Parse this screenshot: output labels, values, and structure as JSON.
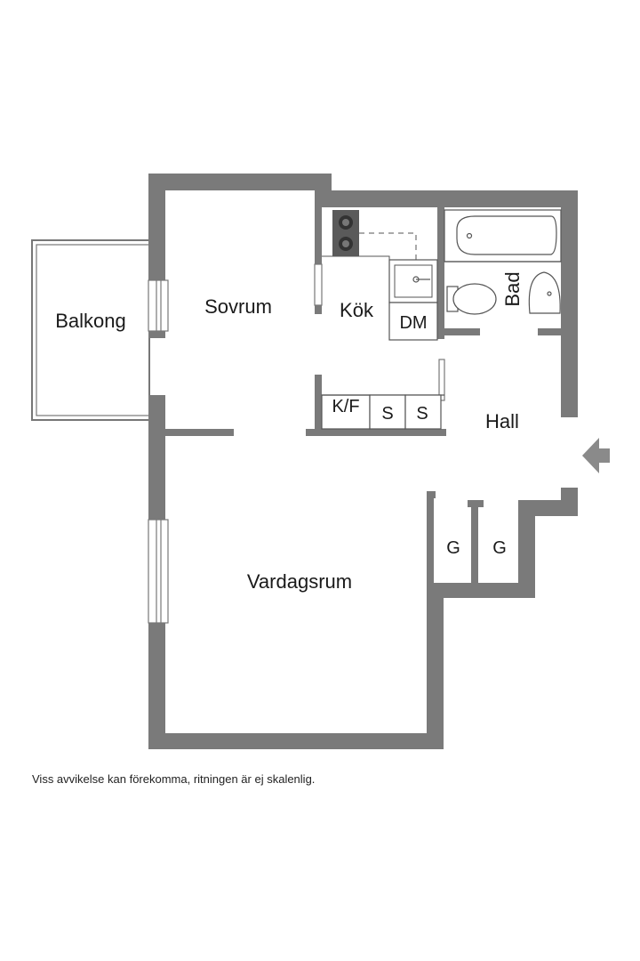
{
  "rooms": {
    "balkong": "Balkong",
    "sovrum": "Sovrum",
    "kok": "Kök",
    "dm": "DM",
    "bad": "Bad",
    "kf": "K/F",
    "s1": "S",
    "s2": "S",
    "hall": "Hall",
    "g1": "G",
    "g2": "G",
    "vardagsrum": "Vardagsrum"
  },
  "entrance_icon": "entrance-arrow-icon",
  "disclaimer": "Viss avvikelse kan förekomma, ritningen är ej skalenlig.",
  "colors": {
    "wall": "#7a7a7a",
    "stove": "#5a5a5a",
    "fixture_stroke": "#555555",
    "arrow": "#8a8a8a"
  }
}
